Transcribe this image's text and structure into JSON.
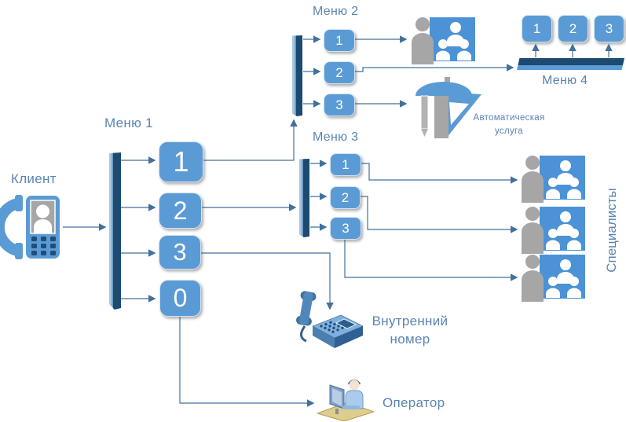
{
  "client": {
    "label": "Клиент"
  },
  "menus": {
    "menu1": {
      "label": "Меню 1",
      "options": [
        "1",
        "2",
        "3",
        "0"
      ]
    },
    "menu2": {
      "label": "Меню 2",
      "options": [
        "1",
        "2",
        "3"
      ]
    },
    "menu3": {
      "label": "Меню 3",
      "options": [
        "1",
        "2",
        "3"
      ]
    },
    "menu4": {
      "label": "Меню 4",
      "options": [
        "1",
        "2",
        "3"
      ]
    }
  },
  "endpoints": {
    "auto_service": "Автоматическая услуга",
    "specialists": "Специалисты",
    "internal_number": "Внутренний номер",
    "operator": "Оператор"
  },
  "icons": {
    "client": "mobile-phone-with-handset",
    "training": "presenter-with-team-board",
    "auto_service": "drafting-tools",
    "specialists": "person-with-team-board",
    "internal_number": "desk-phone",
    "operator": "operator-at-computer-desk"
  },
  "connections": [
    {
      "from": "client",
      "to": "menu1"
    },
    {
      "from": "menu1.option1",
      "to": "menu2"
    },
    {
      "from": "menu1.option2",
      "to": "menu3"
    },
    {
      "from": "menu1.option3",
      "to": "internal_number"
    },
    {
      "from": "menu1.option0",
      "to": "operator"
    },
    {
      "from": "menu2.option1",
      "to": "training_group"
    },
    {
      "from": "menu2.option2",
      "to": "menu4"
    },
    {
      "from": "menu2.option3",
      "to": "auto_service"
    },
    {
      "from": "menu3.option1",
      "to": "specialists_group1"
    },
    {
      "from": "menu3.option2",
      "to": "specialists_group2"
    },
    {
      "from": "menu3.option3",
      "to": "specialists_group3"
    }
  ],
  "colors": {
    "accent": "#5b9bd5",
    "bar_dark": "#1c4a70",
    "line": "#41719c",
    "label": "#5b84b1",
    "icon_gray": "#a6a6a6",
    "desk_tan": "#decd8e"
  }
}
